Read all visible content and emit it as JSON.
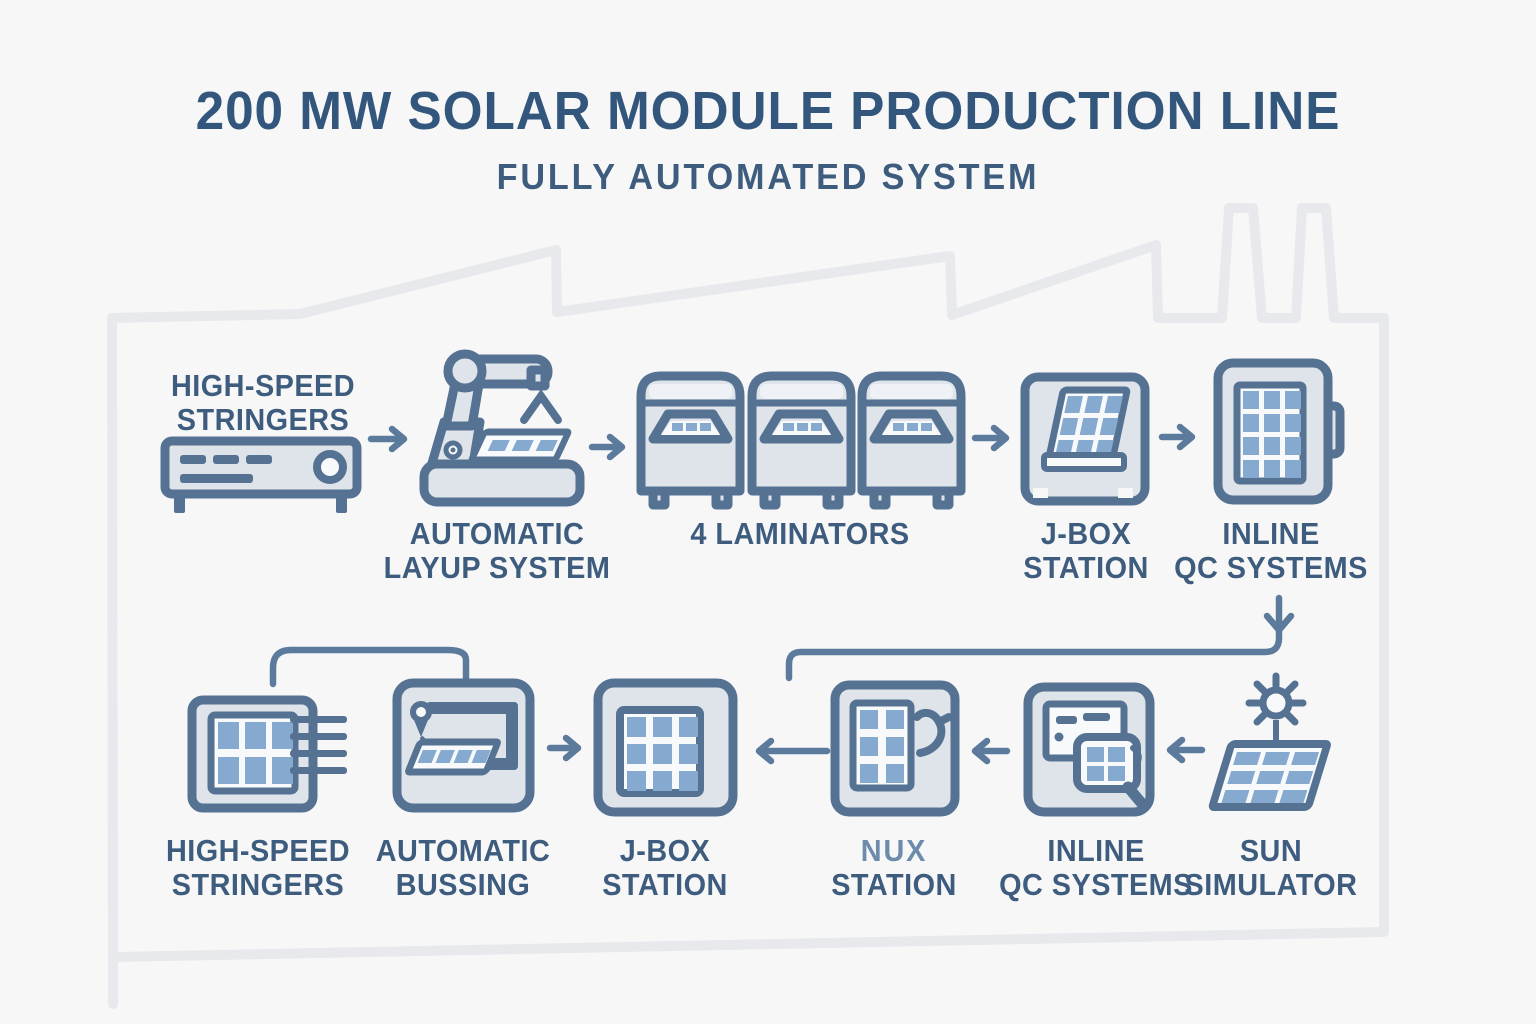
{
  "title": "200 MW SOLAR MODULE PRODUCTION LINE",
  "subtitle": "FULLY AUTOMATED SYSTEM",
  "colors": {
    "background": "#f7f7f8",
    "outline_gray": "#e8e9ed",
    "icon_stroke": "#557293",
    "icon_fill": "#dfe4ea",
    "panel_fill": "#f7f9fb",
    "cell_blue": "#86a9cf",
    "accent": "#5b7a9c",
    "title_text": "#33567c",
    "label_text": "#3d5c7e",
    "nux_text": "#6d8cac"
  },
  "top_row": {
    "direction": "left-to-right",
    "stations": [
      {
        "id": "high-speed-stringers-top",
        "line1": "HIGH-SPEED",
        "line2": "STRINGERS",
        "icon": "stringer-machine-icon",
        "label_position": "above"
      },
      {
        "id": "automatic-layup-system",
        "line1": "AUTOMATIC",
        "line2": "LAYUP SYSTEM",
        "icon": "robot-arm-icon",
        "label_position": "below"
      },
      {
        "id": "laminators",
        "line1": "4 LAMINATORS",
        "line2": "",
        "icon": "laminators-icon",
        "label_position": "below"
      },
      {
        "id": "jbox-station-top",
        "line1": "J-BOX",
        "line2": "STATION",
        "icon": "jbox-machine-icon",
        "label_position": "below"
      },
      {
        "id": "inline-qc-top",
        "line1": "INLINE",
        "line2": "QC SYSTEMS",
        "icon": "qc-panel-icon",
        "label_position": "below"
      }
    ]
  },
  "bottom_row": {
    "direction": "right-to-left",
    "stations": [
      {
        "id": "high-speed-stringers-bottom",
        "line1": "HIGH-SPEED",
        "line2": "STRINGERS",
        "icon": "stringer-panel-icon"
      },
      {
        "id": "automatic-bussing",
        "line1": "AUTOMATIC",
        "line2": "BUSSING",
        "icon": "bussing-machine-icon"
      },
      {
        "id": "jbox-station-bottom",
        "line1": "J-BOX",
        "line2": "STATION",
        "icon": "jbox-panel-icon"
      },
      {
        "id": "nux-station",
        "line1": "NUX",
        "line2": "STATION",
        "icon": "flip-panel-icon"
      },
      {
        "id": "inline-qc-bottom",
        "line1": "INLINE",
        "line2": "QC SYSTEMS",
        "icon": "qc-monitor-icon"
      },
      {
        "id": "sun-simulator",
        "line1": "SUN",
        "line2": "SIMULATOR",
        "icon": "sun-panel-icon"
      }
    ]
  },
  "flow": {
    "top_row_arrows": "right",
    "bottom_row_arrows": "left",
    "drop_connector": "down-from-inline-qc",
    "loop_connector": "stringers-to-bussing-bracket"
  }
}
